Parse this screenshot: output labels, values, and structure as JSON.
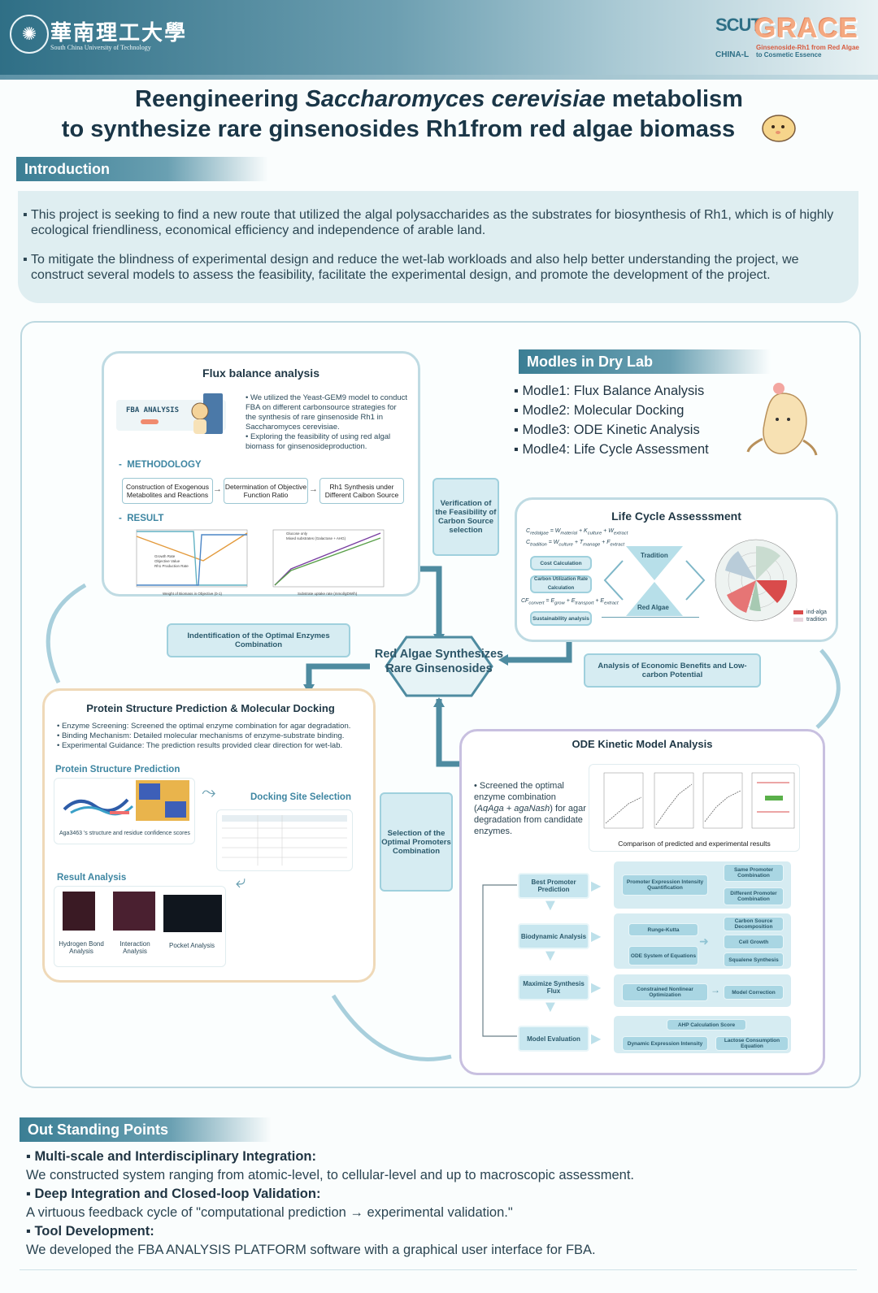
{
  "header": {
    "university_cn": "華南理工大學",
    "university_en": "South China University of Technology",
    "team_scut": "SCUT",
    "team_china": "CHINA-L",
    "team_name": "GRACE",
    "team_tagline_1": "Ginsenoside-Rh1 from Red Algae",
    "team_tagline_2": "to Cosmetic Essence"
  },
  "title": {
    "line1_pre": "Reengineering ",
    "line1_italic": "Saccharomyces cerevisiae",
    "line1_post": " metabolism",
    "line2": "to synthesize rare ginsenosides Rh1from red algae biomass"
  },
  "introduction": {
    "heading": "Introduction",
    "paragraphs": [
      "This project is seeking to find a new route that utilized the algal polysaccharides as the substrates for biosynthesis of Rh1, which is of highly ecological friendliness, economical efficiency and independence of arable land.",
      "To mitigate the blindness of experimental design and reduce the wet-lab workloads and also help better understanding the project, we construct several models to assess the feasibility, facilitate the experimental design, and promote the development of the project."
    ]
  },
  "dry_lab": {
    "heading": "Modles in Dry Lab",
    "items": [
      "Modle1: Flux Balance Analysis",
      "Modle2: Molecular Docking",
      "Modle3: ODE Kinetic Analysis",
      "Modle4: Life Cycle Assessment"
    ]
  },
  "flux": {
    "title": "Flux balance analysis",
    "fba_logo": "FBA ANALYSIS",
    "bullets": [
      "We utilized the Yeast-GEM9 model to conduct FBA on different carbonsource strategies for the synthesis of rare ginsenoside Rh1 in Saccharomyces cerevisiae.",
      "Exploring the feasibility of using red algal biomass for ginsenosideproduction."
    ],
    "methodology_heading": "METHODOLOGY",
    "methodology": [
      "Construction of Exogenous Metabolites and Reactions",
      "Determination of Objective Function Ratio",
      "Rh1 Synthesis under Different Caibon Source"
    ],
    "result_heading": "RESULT",
    "chart1_legend": [
      "Growth Rate",
      "Objective Value",
      "Rh1 Production Rate"
    ],
    "chart1_xlabel": "Weight of Biomass in Objective (0-1)",
    "chart2_legend": [
      "Glucose only",
      "Mixed substrates (Galactose + AHG)"
    ],
    "chart2_xlabel": "Substrate uptake rate (mmol/gDW/h)"
  },
  "tags": {
    "verification": "Verification of the Feasibility of Carbon Source selection",
    "identification": "Indentification of the Optimal Enzymes Combination",
    "economic": "Analysis of Economic Benefits and Low-carbon Potential",
    "promoters": "Selection of the Optimal Promoters Combination"
  },
  "hub": "Red Algae Synthesizes Rare Ginsenosides",
  "lca": {
    "title": "Life Cycle Assesssment",
    "steps": [
      "Cost Calculation",
      "Carbon Utilization Rate Calculation",
      "Sustainability analysis"
    ],
    "tradition": "Tradition",
    "red_algae": "Red Algae",
    "legend": [
      "ind-alga",
      "tradition"
    ]
  },
  "protein": {
    "title": "Protein Structure Prediction & Molecular Docking",
    "bullets": [
      "Enzyme Screening: Screened the optimal enzyme combination for agar degradation.",
      "Binding Mechanism: Detailed molecular mechanisms of enzyme-substrate binding.",
      "Experimental Guidance: The prediction results provided clear direction for wet-lab."
    ],
    "structure_heading": "Protein Structure Prediction",
    "structure_caption": "Aga3463 's structure and residue confidence scores",
    "docking_heading": "Docking Site Selection",
    "result_heading": "Result Analysis",
    "results": [
      "Hydrogen Bond Analysis",
      "Interaction Analysis",
      "Pocket Analysis"
    ]
  },
  "ode": {
    "title": "ODE Kinetic Model Analysis",
    "text_pre": "Screened the optimal enzyme combination (",
    "text_italic": "AqAga + agaNash",
    "text_post": ") for agar degradation from candidate enzymes.",
    "figure_caption": "Comparison of predicted and experimental results",
    "steps": [
      "Best Promoter Prediction",
      "Biodynamic Analysis",
      "Maximize Synthesis Flux",
      "Model Evaluation"
    ],
    "group1": [
      "Promoter Expression Intensity Quantification",
      "Same Promoter Combination",
      "Different Promoter Combination"
    ],
    "group2": [
      "Runge-Kutta",
      "ODE System of Equations",
      "Carbon Source Decomposition",
      "Cell Growth",
      "Squalene Synthesis"
    ],
    "group3": [
      "Constrained Nonlinear Optimization",
      "Model Correction"
    ],
    "group4": [
      "AHP Calculation Score",
      "Dynamic Expression Intensity",
      "Lactose Consumption Equation"
    ]
  },
  "outstanding": {
    "heading": "Out Standing Points",
    "points": [
      {
        "title": "Multi-scale and Interdisciplinary Integration:",
        "text": "We constructed system ranging from atomic-level, to cellular-level and up to macroscopic assessment."
      },
      {
        "title": "Deep Integration and Closed-loop Validation:",
        "text": "A virtuous feedback cycle of \"computational prediction → experimental validation.\""
      },
      {
        "title": "Tool Development:",
        "text": "We developed the FBA ANALYSIS PLATFORM software with a graphical user interface for FBA."
      }
    ]
  }
}
